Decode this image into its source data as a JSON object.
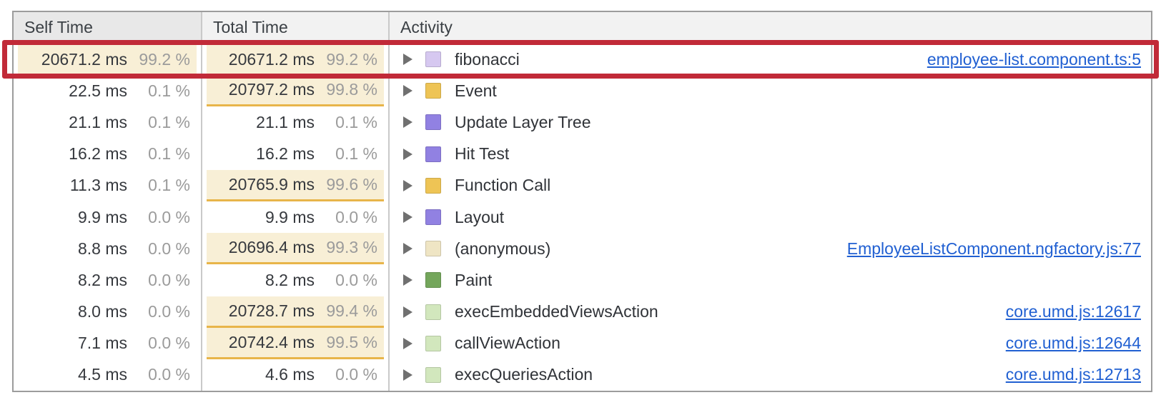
{
  "header": {
    "self_time": "Self Time",
    "total_time": "Total Time",
    "activity": "Activity"
  },
  "rows": [
    {
      "self": "20671.2 ms",
      "self_pct": "99.2 %",
      "total": "20671.2 ms",
      "total_pct": "99.2 %",
      "activity": "fibonacci",
      "link": "employee-list.component.ts:5",
      "icon": "js-frame-swatch",
      "icon_color": "#d6c8f0",
      "icon_pattern": "hatched",
      "self_highlight": true,
      "total_highlight": true,
      "total_underline": false,
      "annotated": true
    },
    {
      "self": "22.5 ms",
      "self_pct": "0.1 %",
      "total": "20797.2 ms",
      "total_pct": "99.8 %",
      "activity": "Event",
      "link": "",
      "icon": "scripting-swatch",
      "icon_color": "#eec455",
      "icon_pattern": "hatched",
      "self_highlight": false,
      "total_highlight": true,
      "total_underline": true,
      "annotated": false
    },
    {
      "self": "21.1 ms",
      "self_pct": "0.1 %",
      "total": "21.1 ms",
      "total_pct": "0.1 %",
      "activity": "Update Layer Tree",
      "link": "",
      "icon": "rendering-swatch",
      "icon_color": "#9181e2",
      "icon_pattern": "solid",
      "self_highlight": false,
      "total_highlight": false,
      "total_underline": false,
      "annotated": false
    },
    {
      "self": "16.2 ms",
      "self_pct": "0.1 %",
      "total": "16.2 ms",
      "total_pct": "0.1 %",
      "activity": "Hit Test",
      "link": "",
      "icon": "rendering-swatch",
      "icon_color": "#9181e2",
      "icon_pattern": "solid",
      "self_highlight": false,
      "total_highlight": false,
      "total_underline": false,
      "annotated": false
    },
    {
      "self": "11.3 ms",
      "self_pct": "0.1 %",
      "total": "20765.9 ms",
      "total_pct": "99.6 %",
      "activity": "Function Call",
      "link": "",
      "icon": "scripting-swatch",
      "icon_color": "#eec455",
      "icon_pattern": "hatched",
      "self_highlight": false,
      "total_highlight": true,
      "total_underline": true,
      "annotated": false
    },
    {
      "self": "9.9 ms",
      "self_pct": "0.0 %",
      "total": "9.9 ms",
      "total_pct": "0.0 %",
      "activity": "Layout",
      "link": "",
      "icon": "rendering-swatch",
      "icon_color": "#9181e2",
      "icon_pattern": "solid",
      "self_highlight": false,
      "total_highlight": false,
      "total_underline": false,
      "annotated": false
    },
    {
      "self": "8.8 ms",
      "self_pct": "0.0 %",
      "total": "20696.4 ms",
      "total_pct": "99.3 %",
      "activity": "(anonymous)",
      "link": "EmployeeListComponent.ngfactory.js:77",
      "icon": "js-frame-swatch",
      "icon_color": "#efe5c4",
      "icon_pattern": "hatched",
      "self_highlight": false,
      "total_highlight": true,
      "total_underline": true,
      "annotated": false
    },
    {
      "self": "8.2 ms",
      "self_pct": "0.0 %",
      "total": "8.2 ms",
      "total_pct": "0.0 %",
      "activity": "Paint",
      "link": "",
      "icon": "painting-swatch",
      "icon_color": "#74a65b",
      "icon_pattern": "solid",
      "self_highlight": false,
      "total_highlight": false,
      "total_underline": false,
      "annotated": false
    },
    {
      "self": "8.0 ms",
      "self_pct": "0.0 %",
      "total": "20728.7 ms",
      "total_pct": "99.4 %",
      "activity": "execEmbeddedViewsAction",
      "link": "core.umd.js:12617",
      "icon": "js-frame-swatch",
      "icon_color": "#d2e7bd",
      "icon_pattern": "hatched",
      "self_highlight": false,
      "total_highlight": true,
      "total_underline": true,
      "annotated": false
    },
    {
      "self": "7.1 ms",
      "self_pct": "0.0 %",
      "total": "20742.4 ms",
      "total_pct": "99.5 %",
      "activity": "callViewAction",
      "link": "core.umd.js:12644",
      "icon": "js-frame-swatch",
      "icon_color": "#d2e7bd",
      "icon_pattern": "hatched",
      "self_highlight": false,
      "total_highlight": true,
      "total_underline": true,
      "annotated": false
    },
    {
      "self": "4.5 ms",
      "self_pct": "0.0 %",
      "total": "4.6 ms",
      "total_pct": "0.0 %",
      "activity": "execQueriesAction",
      "link": "core.umd.js:12713",
      "icon": "js-frame-swatch",
      "icon_color": "#d2e7bd",
      "icon_pattern": "hatched",
      "self_highlight": false,
      "total_highlight": false,
      "total_underline": false,
      "annotated": false
    }
  ],
  "colors": {
    "annotation_red": "#c12a38",
    "highlight_bg": "#f8efd6",
    "highlight_underline": "#e8b54a",
    "link_blue": "#2160d2"
  }
}
